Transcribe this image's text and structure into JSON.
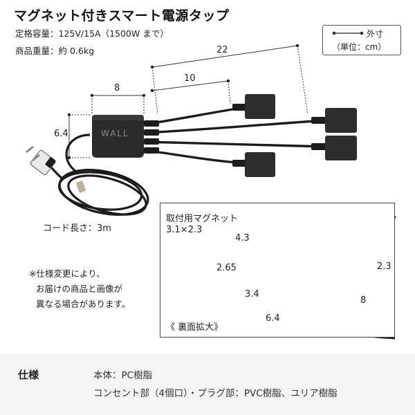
{
  "title": "マグネット付きスマート電源タップ",
  "specs": {
    "rating": "定格容量：125V/15A（1500W まで）",
    "weight": "商品重量：約 0.6kg"
  },
  "legend": {
    "label": "外寸",
    "unit": "（単位：cm）"
  },
  "dimensions": {
    "total_length": "22",
    "short_cable": "10",
    "body_width": "8",
    "body_height": "6.4",
    "cord_length": "コード長さ：3m"
  },
  "brand": "WALL",
  "note": {
    "line1": "※仕様変更により、",
    "line2": "お届けの商品と画像が",
    "line3": "異なる場合があります。"
  },
  "inset": {
    "magnet_title": "取付用マグネット",
    "magnet_size": "3.1×2.3",
    "mag_dim_top": "4.3",
    "mag_dim_left": "2.65",
    "mag_dim_bottom": "3.4",
    "back_dim_right": "2.3",
    "back_dim_side": "8",
    "back_dim_bottom": "6.4",
    "caption": "《 裏面拡大》"
  },
  "footer": {
    "label": "仕様",
    "body_material": "本体：PC樹脂",
    "parts_material": "コンセント部（4個口）・プラグ部：PVC樹脂、ユリア樹脂"
  },
  "colors": {
    "product": "#2b2b2b",
    "footer_bg": "#f4f4f4"
  }
}
